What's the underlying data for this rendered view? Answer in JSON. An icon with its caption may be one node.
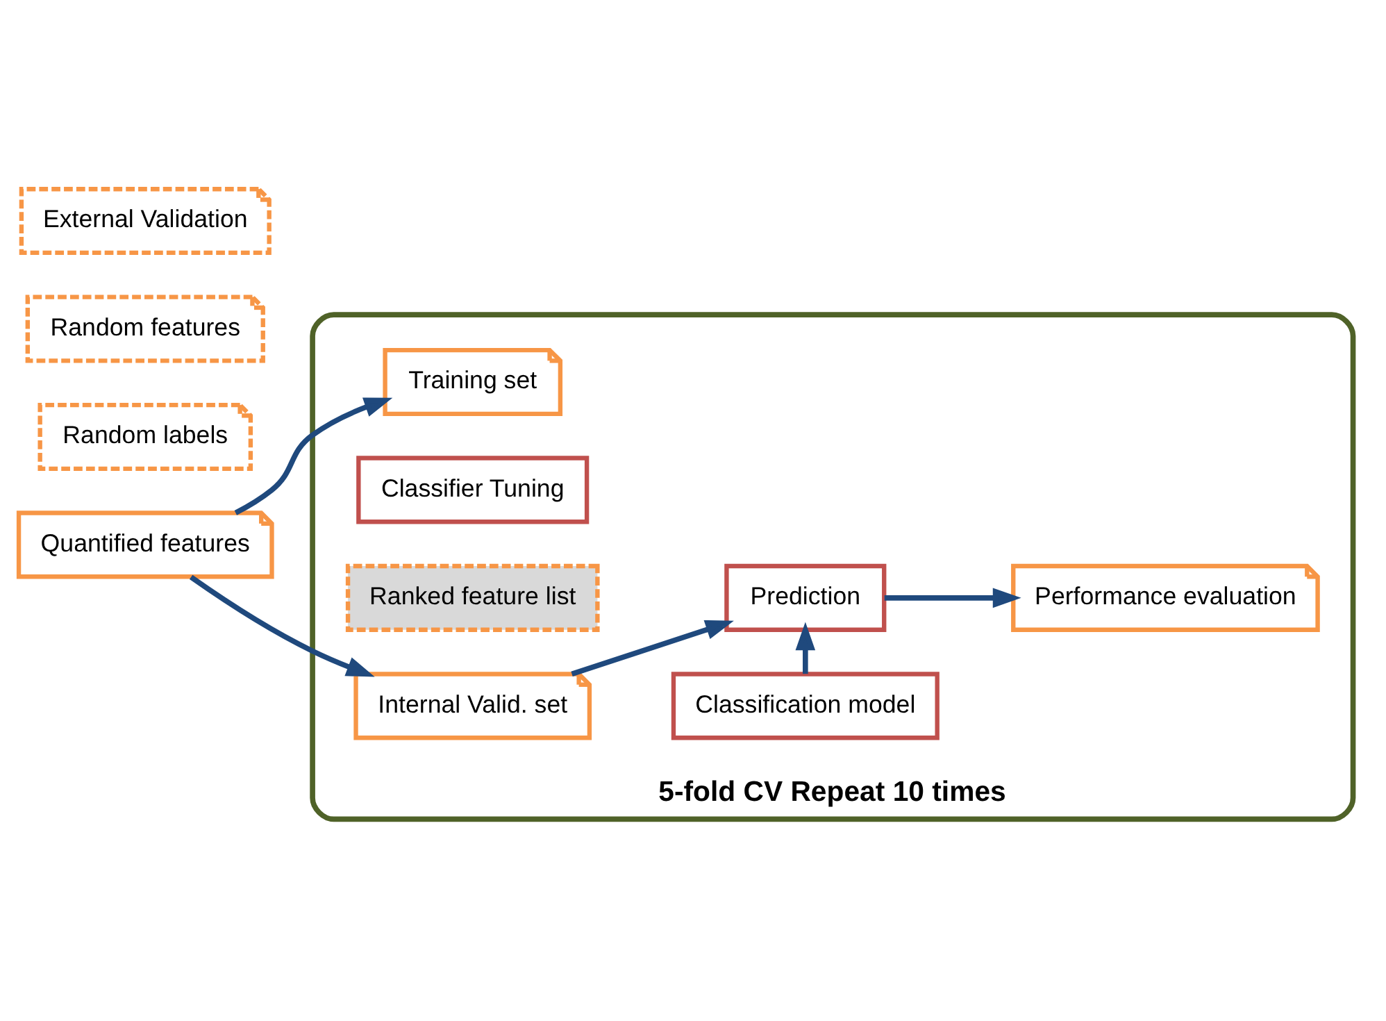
{
  "diagram": {
    "nodes": [
      {
        "text": [
          "Quantified features"
        ]
      },
      {
        "text": [
          "5-fold CV Repeat 10 times"
        ]
      },
      {
        "text": [
          "Training set"
        ],
        "in": 1
      },
      {
        "text": [
          "Classifier Tuning"
        ],
        "in": 1
      },
      {
        "text": [
          "Classification model"
        ],
        "in": 1
      },
      {
        "text": [
          "Ranked feature list"
        ],
        "in": 1
      },
      {
        "text": [
          "Internal Valid. set"
        ],
        "in": 1
      },
      {
        "text": [
          "Prediction"
        ],
        "in": 1
      },
      {
        "text": [
          "Performance evaluation"
        ],
        "in": 1
      },
      {
        "text": [
          "Random labels"
        ]
      },
      {
        "text": [
          "Random features"
        ]
      },
      {
        "text": [
          "External Validation"
        ]
      }
    ],
    "edges": [
      {
        "from": 0,
        "to": 2,
        "arrow": "to"
      },
      {
        "from": 0,
        "to": 6,
        "arrow": "to"
      },
      {
        "from": 4,
        "to": 7,
        "arrow": "to"
      },
      {
        "from": 6,
        "to": 7,
        "arrow": "to"
      },
      {
        "from": 7,
        "to": 8,
        "arrow": "to"
      }
    ]
  }
}
